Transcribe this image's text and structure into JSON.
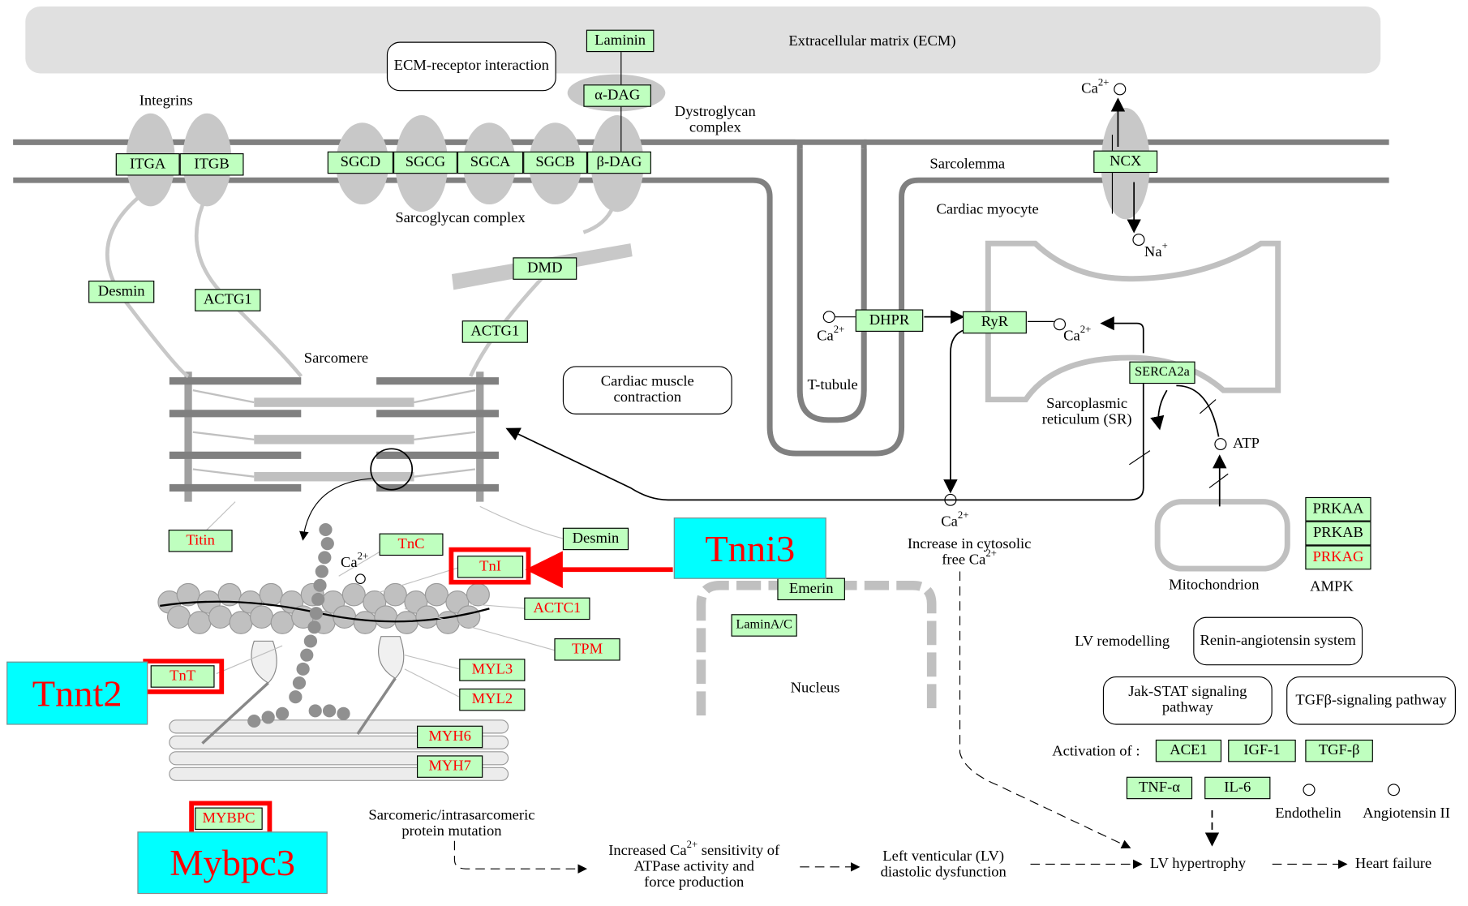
{
  "compartments": {
    "ecm": "Extracellular matrix (ECM)",
    "sarcolemma": "Sarcolemma",
    "cardiac_myocyte": "Cardiac myocyte",
    "t_tubule": "T-tubule",
    "sr": "Sarcoplasmic reticulum (SR)",
    "sarcomere": "Sarcomere",
    "nucleus": "Nucleus",
    "mitochondrion": "Mitochondrion",
    "ampk": "AMPK",
    "integrins": "Integrins",
    "dystroglycan": "Dystroglycan complex",
    "sarcoglycan": "Sarcoglycan complex"
  },
  "pathway_boxes": {
    "ecm_receptor": "ECM-receptor interaction",
    "cardiac_contraction": "Cardiac muscle contraction",
    "renin": "Renin-angiotensin system",
    "jak_stat": "Jak-STAT signaling pathway",
    "tgfb": "TGFβ-signaling pathway"
  },
  "genes": {
    "laminin": "Laminin",
    "adag": "α-DAG",
    "bdag": "β-DAG",
    "itga": "ITGA",
    "itgb": "ITGB",
    "sgcd": "SGCD",
    "sgcg": "SGCG",
    "sgca": "SGCA",
    "sgcb": "SGCB",
    "ncx": "NCX",
    "dmd": "DMD",
    "desmin1": "Desmin",
    "actg1a": "ACTG1",
    "actg1b": "ACTG1",
    "dhpr": "DHPR",
    "ryr": "RyR",
    "serca": "SERCA2a",
    "titin": "Titin",
    "tnc": "TnC",
    "tni": "TnI",
    "desmin2": "Desmin",
    "actc1": "ACTC1",
    "tpm": "TPM",
    "tnt": "TnT",
    "myl3": "MYL3",
    "myl2": "MYL2",
    "myh6": "MYH6",
    "myh7": "MYH7",
    "mybpc": "MYBPC",
    "emerin": "Emerin",
    "lamin": "LaminA/C",
    "prkaa": "PRKAA",
    "prkab": "PRKAB",
    "prkag": "PRKAG",
    "ace1": "ACE1",
    "igf1": "IGF-1",
    "tgfb": "TGF-β",
    "tnfa": "TNF-α",
    "il6": "IL-6"
  },
  "labels": {
    "ca": "Ca",
    "ca_sup": "2+",
    "na": "Na",
    "na_sup": "+",
    "atp": "ATP",
    "cytosolic_1": "Increase in cytosolic",
    "cytosolic_2": "free Ca",
    "lv_remodelling": "LV remodelling",
    "activation_of": "Activation of :",
    "endothelin": "Endothelin",
    "angiotensin": "Angiotensin II",
    "mutation": "Sarcomeric/intrasarcomeric protein mutation",
    "sensitivity_1": "Increased Ca",
    "sensitivity_2": " sensitivity of",
    "sensitivity_3": "ATPase activity and",
    "sensitivity_4": "force production",
    "lv_dysfunction": "Left venticular (LV) diastolic dysfunction",
    "lv_hypertrophy": "LV hypertrophy",
    "heart_failure": "Heart failure"
  },
  "annotations": {
    "tnni3": "Tnni3",
    "tnnt2": "Tnnt2",
    "mybpc3": "Mybpc3"
  },
  "colors": {
    "gene_fill": "#bfffbf",
    "highlight": "#ff0000",
    "callout_fill": "#00ffff",
    "membrane": "#808080",
    "compartment": "#c0c0c0"
  }
}
